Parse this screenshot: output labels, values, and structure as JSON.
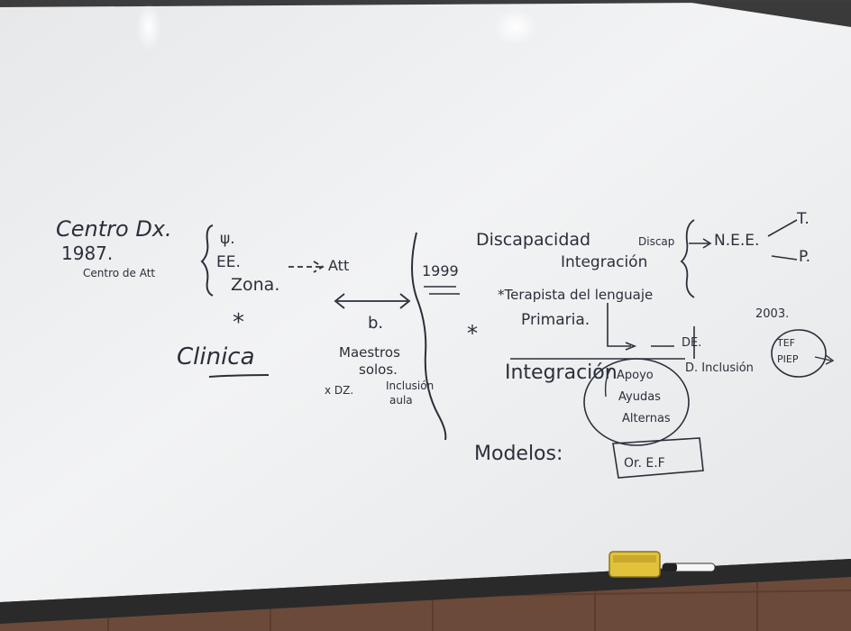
{
  "colors": {
    "board": "#eef0f2",
    "ink": "#2b2f3a",
    "frame": "#2a2a2a",
    "wall": "#6b4a3a",
    "eraser": "#e2c23a"
  },
  "left": {
    "title": "Centro Dx.",
    "year": "1987.",
    "sub": "Centro de Att",
    "brace_items": [
      "ψ.",
      "EE.",
      "Zona."
    ],
    "att": "Att",
    "b": "b.",
    "star": "*",
    "clinica": "Clinica",
    "maestros": "Maestros",
    "solos": "solos.",
    "inclusion": "Inclusión",
    "x_dz": "x DZ.",
    "aula": "aula"
  },
  "middle": {
    "year": "1999",
    "star": "*"
  },
  "right": {
    "discapacidad": "Discapacidad",
    "integracion_top": "Integración",
    "discap": "Discap",
    "nee": "N.E.E.",
    "t": "T.",
    "p": "P.",
    "terapista": "*Terapista del lenguaje",
    "primaria": "Primaria.",
    "de": "DE.",
    "d_inclusion": "D. Inclusión",
    "year2003": "2003.",
    "tef": "TEF",
    "piep": "PIEP",
    "integracion": "Integración",
    "apoyo": "Apoyo",
    "ayudas": "Ayudas",
    "alternas": "Alternas",
    "modelos": "Modelos:",
    "or_ef": "Or. E.F"
  }
}
